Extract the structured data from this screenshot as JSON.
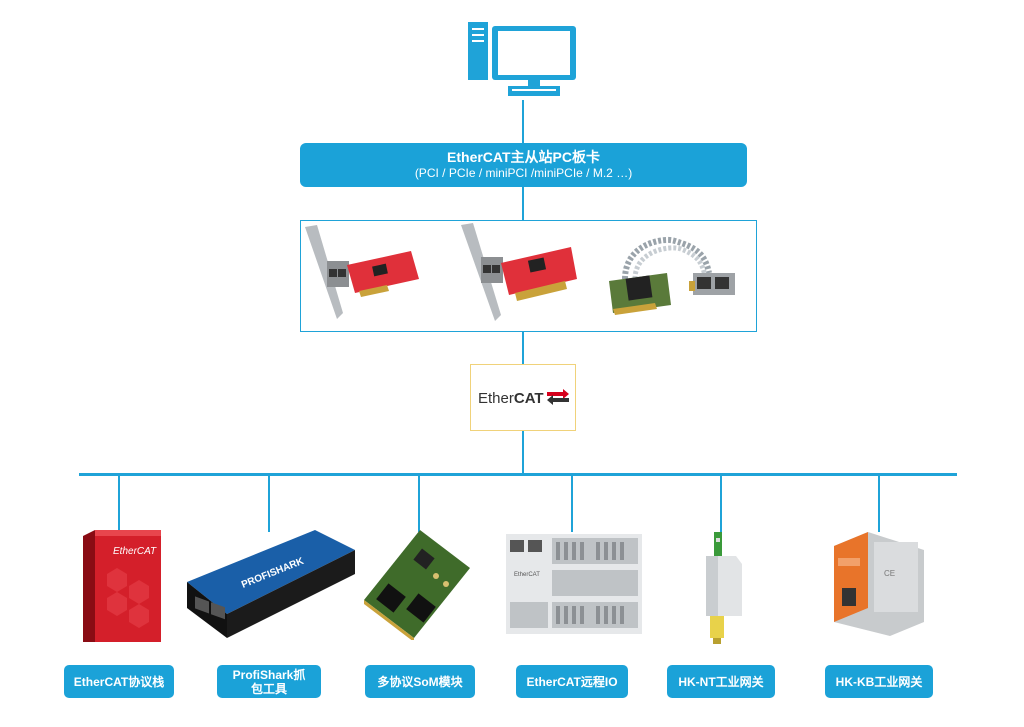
{
  "pc_board": {
    "title": "EtherCAT主从站PC板卡",
    "subtitle": "(PCI / PCIe / miniPCI /miniPCIe / M.2 …)"
  },
  "ethercat_logo": {
    "text_ether": "Ether",
    "text_cat": "CAT"
  },
  "devices": [
    {
      "label": "EtherCAT协议栈",
      "box_text": "EtherCAT"
    },
    {
      "label": "ProfiShark抓包工具",
      "box_text": "PROFISHARK"
    },
    {
      "label": "多协议SoM模块"
    },
    {
      "label": "EtherCAT远程IO",
      "box_text": "EtherCAT"
    },
    {
      "label": "HK-NT工业网关"
    },
    {
      "label": "HK-KB工业网关"
    }
  ],
  "colors": {
    "accent": "#1ba2d8",
    "line": "#1fa3d8",
    "card_red": "#e0303a",
    "logo_red": "#d6001c"
  }
}
